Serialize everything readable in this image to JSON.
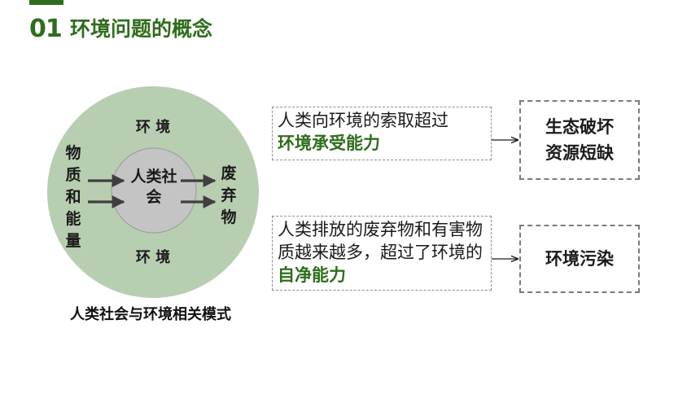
{
  "header": {
    "number": "01",
    "title": "环境问题的概念"
  },
  "model": {
    "ring_top": "环 境",
    "ring_bottom": "环 境",
    "input": "物质和能量",
    "center": "人类社会",
    "output": "废弃物",
    "caption": "人类社会与环境相关模式"
  },
  "statements": [
    {
      "text": "人类向环境的索取超过",
      "highlight": "环境承受能力",
      "result": [
        "生态破坏",
        "资源短缺"
      ]
    },
    {
      "text": "人类排放的废弃物和有害物质越来越多，超过了环境的",
      "highlight": "自净能力",
      "result": [
        "环境污染"
      ]
    }
  ],
  "colors": {
    "accent_green": "#2f6d1d",
    "outer_circle": "#b7ceb1",
    "inner_circle": "#c4c4c4",
    "arrow": "#3f3f3f",
    "dashed_border": "#8c8c8c"
  }
}
